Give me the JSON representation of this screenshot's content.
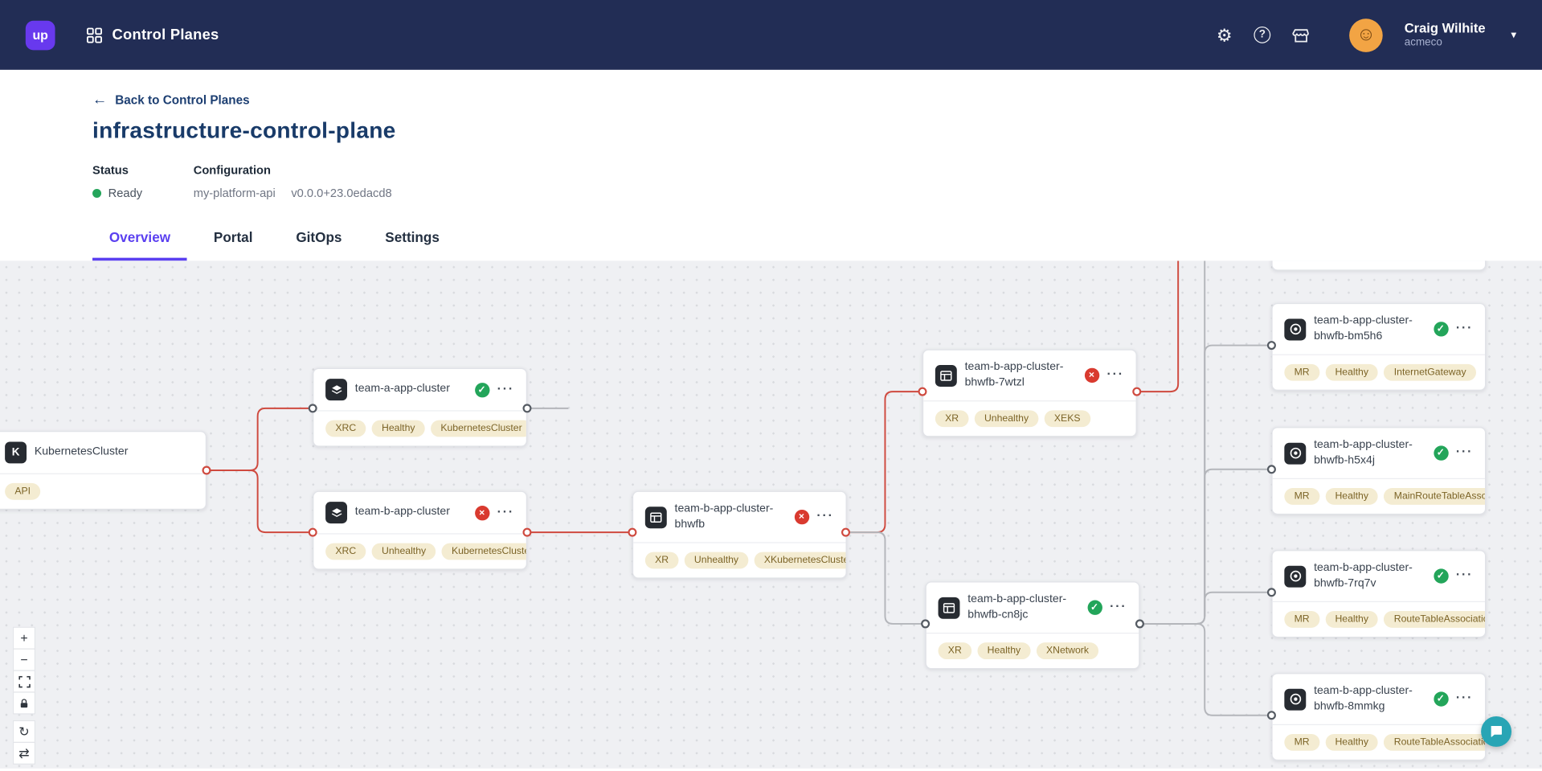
{
  "navbar": {
    "logo": "up",
    "title": "Control Planes",
    "user_name": "Craig Wilhite",
    "user_org": "acmeco"
  },
  "header": {
    "back": "Back to Control Planes",
    "title": "infrastructure-control-plane",
    "status_label": "Status",
    "status_value": "Ready",
    "config_label": "Configuration",
    "config_name": "my-platform-api",
    "config_version": "v0.0.0+23.0edacd8"
  },
  "tabs": {
    "overview": "Overview",
    "portal": "Portal",
    "gitops": "GitOps",
    "settings": "Settings"
  },
  "graph": {
    "nodes": [
      {
        "name": "KubernetesCluster",
        "icon": "kubernetes-icon",
        "status": "none",
        "badges": [
          "API"
        ]
      },
      {
        "name": "team-a-app-cluster",
        "icon": "layers-icon",
        "status": "healthy",
        "badges": [
          "XRC",
          "Healthy",
          "KubernetesCluster"
        ]
      },
      {
        "name": "team-b-app-cluster",
        "icon": "layers-icon",
        "status": "unhealthy",
        "badges": [
          "XRC",
          "Unhealthy",
          "KubernetesCluster"
        ]
      },
      {
        "name": "team-b-app-cluster-bhwfb",
        "icon": "table-icon",
        "status": "unhealthy",
        "badges": [
          "XR",
          "Unhealthy",
          "XKubernetesCluster"
        ]
      },
      {
        "name": "team-b-app-cluster-bhwfb-7wtzl",
        "icon": "table-icon",
        "status": "unhealthy",
        "badges": [
          "XR",
          "Unhealthy",
          "XEKS"
        ]
      },
      {
        "name": "team-b-app-cluster-bhwfb-cn8jc",
        "icon": "table-icon",
        "status": "healthy",
        "badges": [
          "XR",
          "Healthy",
          "XNetwork"
        ]
      },
      {
        "name": "team-b-app-cluster-bhwfb-bm5h6",
        "icon": "target-icon",
        "status": "healthy",
        "badges": [
          "MR",
          "Healthy",
          "InternetGateway"
        ]
      },
      {
        "name": "team-b-app-cluster-bhwfb-h5x4j",
        "icon": "target-icon",
        "status": "healthy",
        "badges": [
          "MR",
          "Healthy",
          "MainRouteTableAssociation"
        ]
      },
      {
        "name": "team-b-app-cluster-bhwfb-7rq7v",
        "icon": "target-icon",
        "status": "healthy",
        "badges": [
          "MR",
          "Healthy",
          "RouteTableAssociation"
        ]
      },
      {
        "name": "team-b-app-cluster-bhwfb-8mmkg",
        "icon": "target-icon",
        "status": "healthy",
        "badges": [
          "MR",
          "Healthy",
          "RouteTableAssociation"
        ]
      }
    ]
  },
  "colors": {
    "navbar_bg": "#222d55",
    "accent_purple": "#6839ee",
    "tab_active": "#5a3ff0",
    "healthy_green": "#23a55a",
    "unhealthy_red": "#d93a2f",
    "edge_red": "#cf4a3f",
    "edge_gray": "#b4b6bb",
    "badge_bg": "#f4ecd2",
    "badge_text": "#7c6427"
  }
}
